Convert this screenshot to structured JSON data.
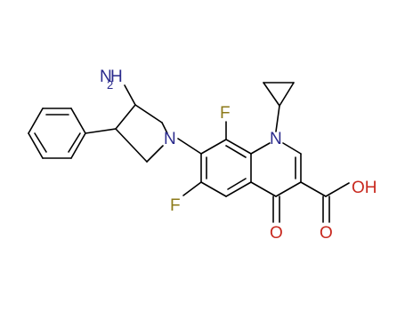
{
  "colors": {
    "background": "#ffffff",
    "bond": "#000000",
    "nitrogen": "#2a2a8c",
    "oxygen": "#c8281e",
    "fluorine": "#8c7a19"
  },
  "atoms": {
    "amine_n": "N",
    "amine_h": "H",
    "amine_h_count": "2",
    "pyrrolidine_n": "N",
    "quinolone_n": "N",
    "fluorine_8": "F",
    "fluorine_6": "F",
    "keto_o": "O",
    "carboxyl_o": "O",
    "hydroxyl": "OH"
  }
}
